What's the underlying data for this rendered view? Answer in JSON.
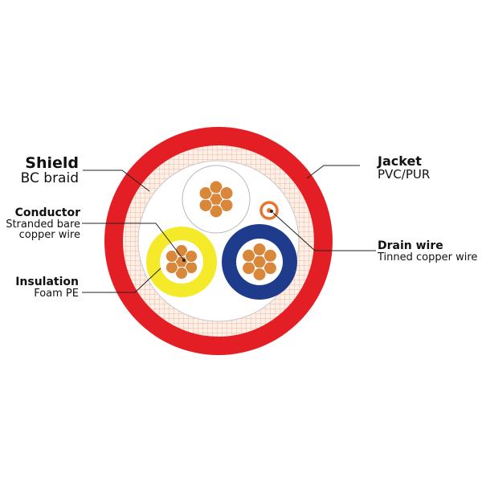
{
  "labels": {
    "shield": {
      "title": "Shield",
      "sub": "BC braid"
    },
    "conductor": {
      "title": "Conductor",
      "sub1": "Stranded bare",
      "sub2": "copper wire"
    },
    "insulation": {
      "title": "Insulation",
      "sub": "Foam PE"
    },
    "jacket": {
      "title": "Jacket",
      "sub": "PVC/PUR"
    },
    "drain": {
      "title": "Drain wire",
      "sub": "Tinned copper wire"
    }
  },
  "colors": {
    "jacket": "#e31e24",
    "braid": "#f4a07a",
    "filler": "#ffffff",
    "copper": "#d9873a",
    "insulation_yellow": "#f4ea2a",
    "insulation_blue": "#1f3c8c",
    "drain_ring": "#e8742f"
  }
}
